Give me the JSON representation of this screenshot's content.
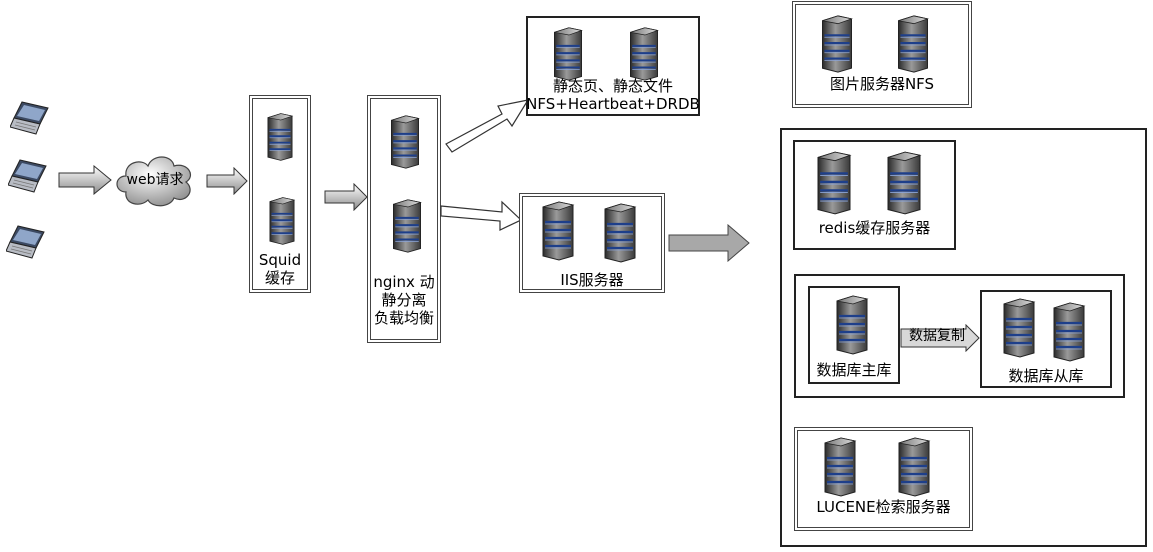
{
  "labels": {
    "web_request": "web请求",
    "squid_line1": "Squid",
    "squid_line2": "缓存",
    "nginx_line1": "nginx 动",
    "nginx_line2": "静分离",
    "nginx_line3": "负载均衡",
    "static_line1": "静态页、静态文件",
    "static_line2": "NFS+Heartbeat+DRDB",
    "iis": "IIS服务器",
    "image_nfs": "图片服务器NFS",
    "redis": "redis缓存服务器",
    "db_master": "数据库主库",
    "db_replication": "数据复制",
    "db_slave": "数据库从库",
    "lucene": "LUCENE检索服务器"
  },
  "icons": {
    "client": "laptop-icon",
    "server": "server-icon",
    "cloud": "cloud-icon",
    "arrow": "arrow-icon"
  }
}
